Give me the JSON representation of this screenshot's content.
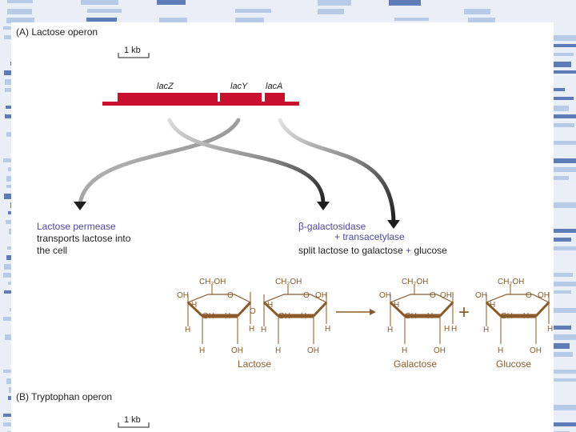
{
  "colors": {
    "gene_bar": "#c8102e",
    "arrow_dark": "#1e1e1e",
    "protein_name": "#4a4a9a",
    "sugar": "#8a5a2a",
    "stripes_dark": "#3b5fa8",
    "stripes_light": "#aac0e2"
  },
  "panel_a": {
    "title": "(A) Lactose operon",
    "scale_label": "1 kb",
    "genes": [
      "lacZ",
      "lacY",
      "lacA"
    ]
  },
  "products": {
    "left": {
      "name": "Lactose permease",
      "desc_line1": "transports lactose into",
      "desc_line2": "the cell"
    },
    "right": {
      "name_prefix": "β",
      "name": "-galactosidase",
      "name2": "+ transacetylase",
      "desc_prefix": "split lactose to galactose",
      "desc_plus": "+",
      "desc_suffix": "glucose"
    }
  },
  "reaction": {
    "ring_atoms": {
      "ch2oh": "CH₂OH",
      "oh": "OH",
      "h": "H",
      "o": "O"
    },
    "labels": {
      "lactose": "Lactose",
      "galactose": "Galactose",
      "glucose": "Glucose",
      "plus": "+"
    }
  },
  "panel_b": {
    "title": "(B) Tryptophan operon",
    "scale_label": "1 kb"
  },
  "icons": [
    "background-stripes",
    "curved-arrow",
    "sugar-ring",
    "reaction-arrow"
  ]
}
